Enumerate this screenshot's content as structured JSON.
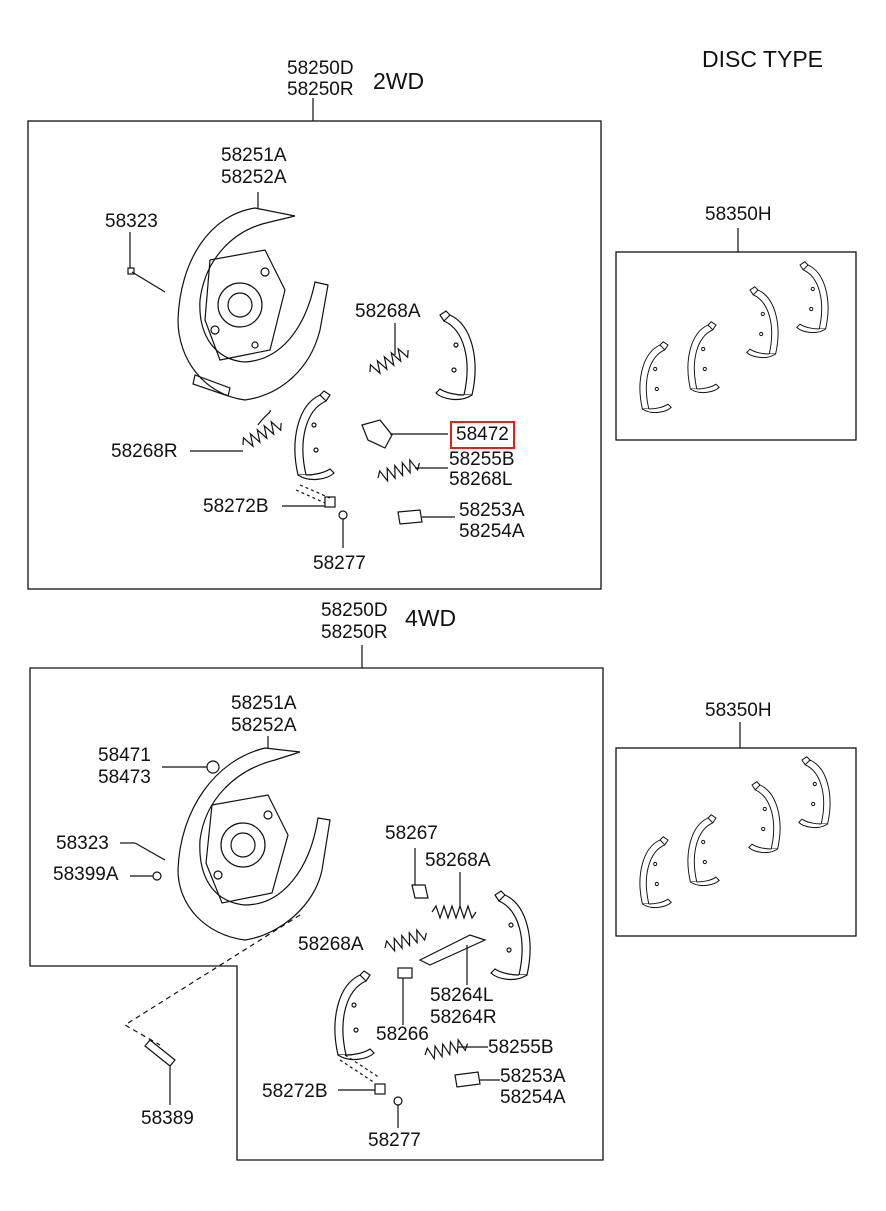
{
  "title": "DISC TYPE",
  "highlight_color": "#e02020",
  "line_color": "#111111",
  "sections": {
    "twowd": {
      "part_a": "58250D",
      "part_b": "58250R",
      "drive": "2WD",
      "plate_a": "58251A",
      "plate_b": "58252A",
      "bolt": "58323",
      "spring_a": "58268A",
      "spring_r": "58268R",
      "lever": "58472",
      "spring_b": "58255B",
      "spring_l": "58268L",
      "cable_b": "58272B",
      "adjuster_a": "58253A",
      "adjuster_b": "58254A",
      "pin": "58277"
    },
    "fourwd": {
      "part_a": "58250D",
      "part_b": "58250R",
      "drive": "4WD",
      "plate_a": "58251A",
      "plate_b": "58252A",
      "nut_a": "58471",
      "nut_b": "58473",
      "bolt": "58323",
      "washer": "58399A",
      "clip": "58267",
      "spring_a_top": "58268A",
      "spring_a_left": "58268A",
      "lever_l": "58264L",
      "lever_r": "58264R",
      "strut": "58266",
      "spring_b": "58255B",
      "cable_b": "58272B",
      "adjuster_a": "58253A",
      "adjuster_b": "58254A",
      "pin": "58277",
      "mount_bolt": "58389"
    }
  },
  "shoe_kits": {
    "top": "58350H",
    "bottom": "58350H"
  }
}
